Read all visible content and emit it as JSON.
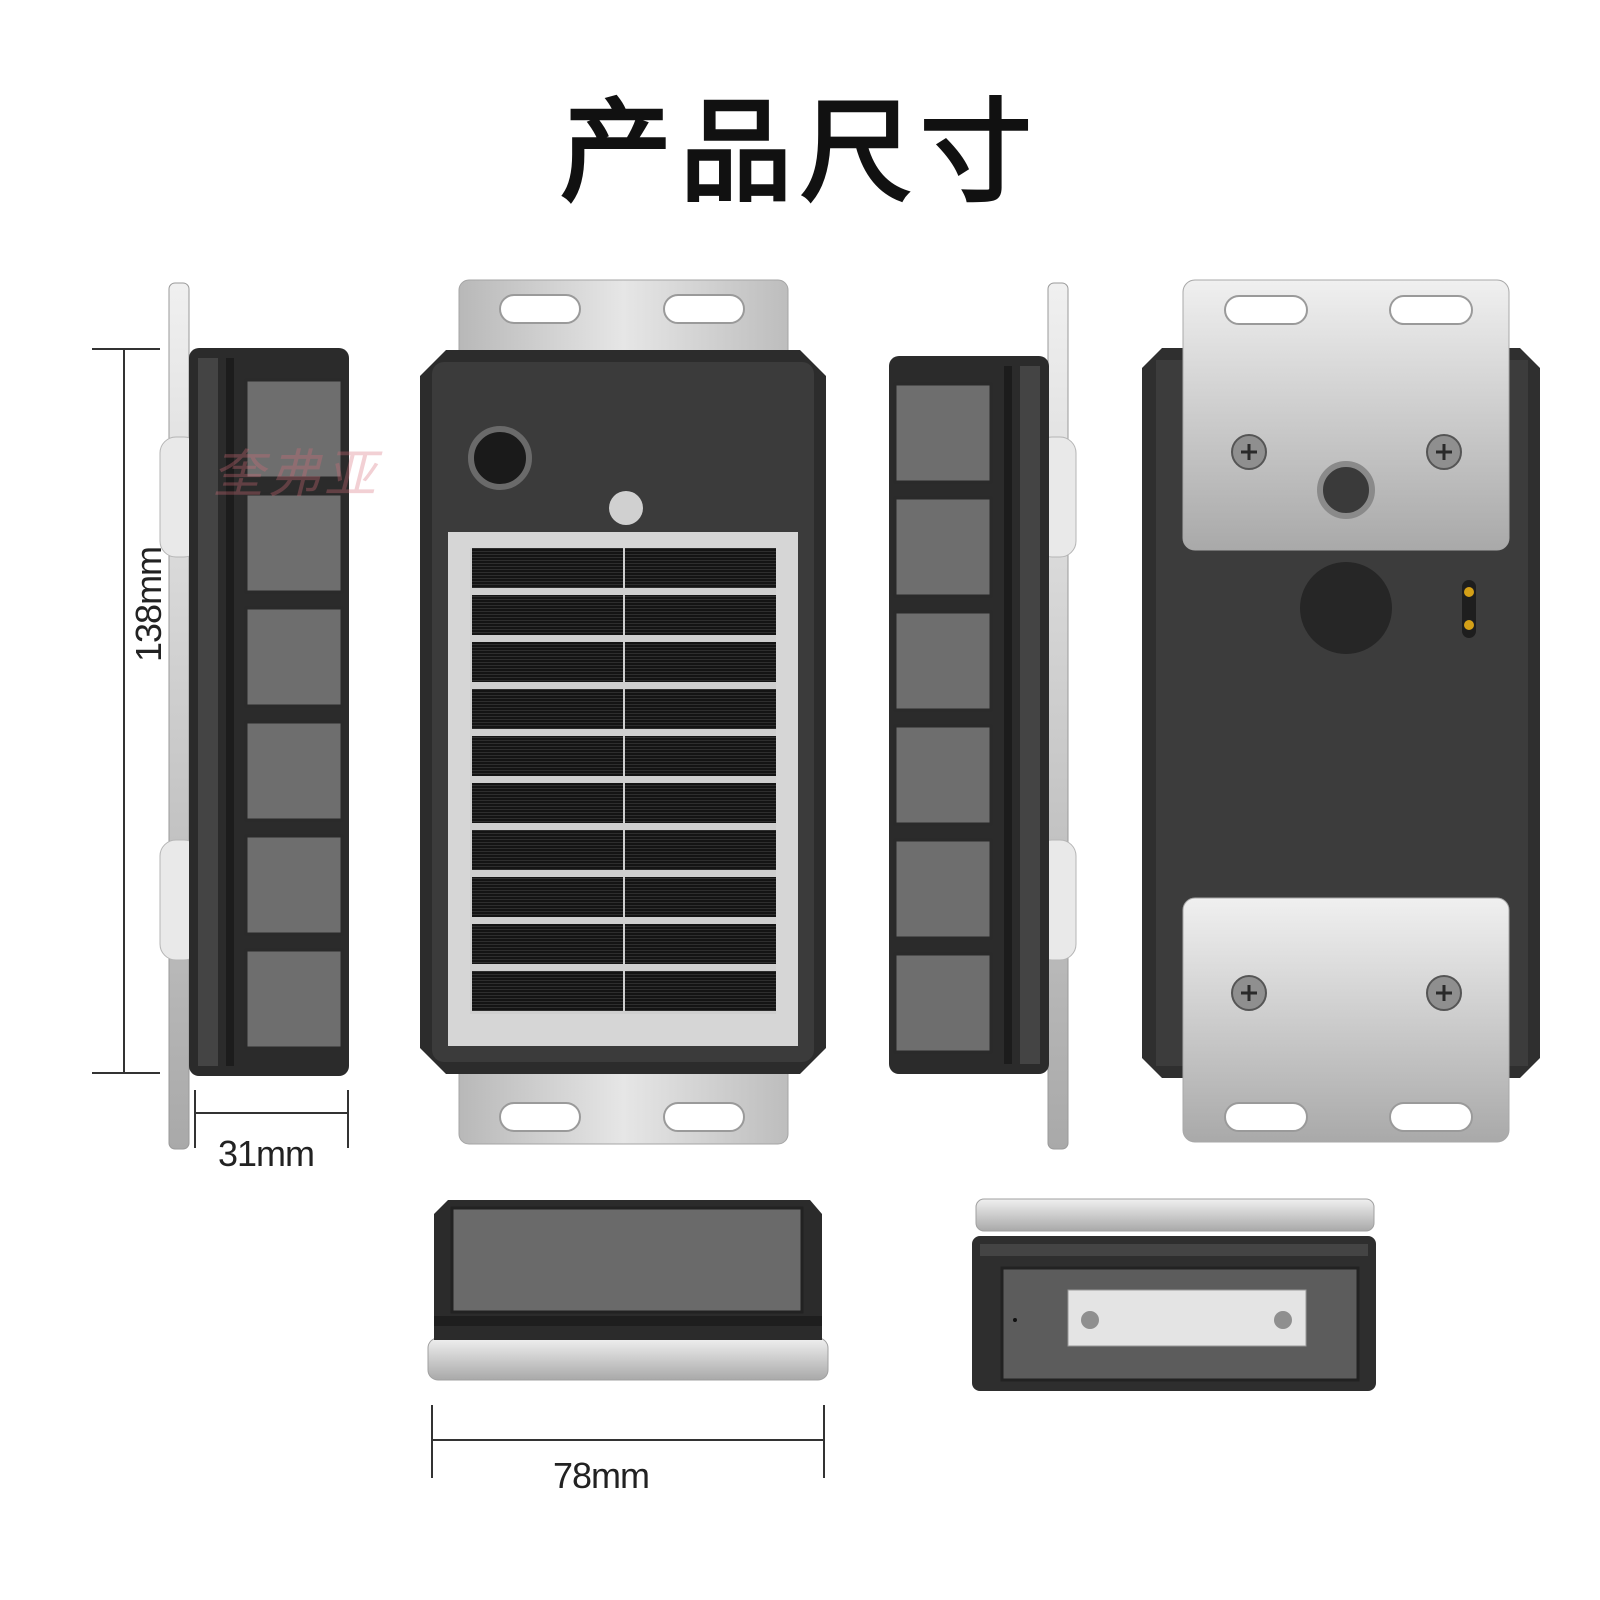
{
  "title": "产品尺寸",
  "dimensions": {
    "height": "138mm",
    "width": "31mm",
    "depth": "78mm"
  },
  "watermark": "奎弗亚",
  "colors": {
    "housing": "#3a3a3a",
    "bracket": "#d2d2d2",
    "solar_cell": "#1c1c1c"
  }
}
